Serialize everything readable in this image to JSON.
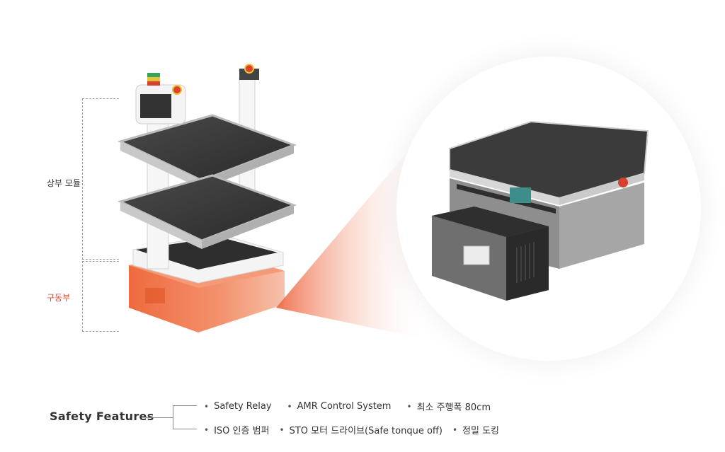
{
  "labels": {
    "upper": "상부 모듈",
    "lower": "구동부"
  },
  "features": {
    "title": "Safety Features",
    "row1": [
      "Safety Relay",
      "AMR Control System",
      "최소 주행폭 80cm"
    ],
    "row2": [
      "ISO 인증 범퍼",
      "STO 모터 드라이브(Safe tonque off)",
      "정밀 도킹"
    ]
  },
  "colors": {
    "accent": "#e24b3a",
    "drive_unit": "#f07a4e",
    "tray": "#3d3d3d",
    "frame": "#f2f2f2"
  }
}
